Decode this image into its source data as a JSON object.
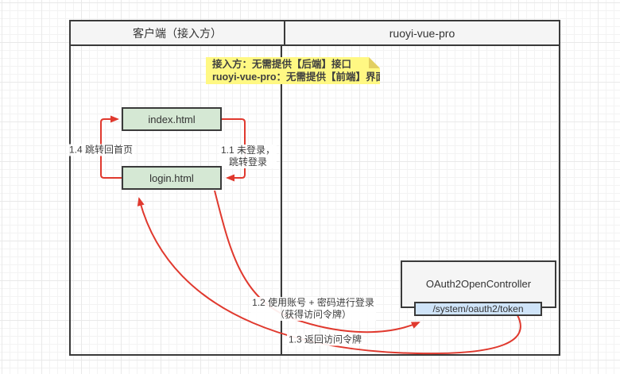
{
  "colors": {
    "arrow_red": "#e0392e",
    "node_green_fill": "#d5e8d4",
    "node_blue_fill": "#cfe4f9",
    "node_gray_fill": "#f5f5f5",
    "note_yellow_fill": "#fff883",
    "note_fold": "#e2cf62",
    "border_dark": "#3a3a3a",
    "text": "#333333"
  },
  "lanes": {
    "left_header": "客户端（接入方）",
    "right_header": "ruoyi-vue-pro"
  },
  "note": {
    "line1": "接入方：无需提供【后端】接口",
    "line2": "ruoyi-vue-pro：无需提供【前端】界面"
  },
  "nodes": {
    "index_page": "index.html",
    "login_page": "login.html",
    "controller": "OAuth2OpenController",
    "token_endpoint": "/system/oauth2/token"
  },
  "edges": {
    "e11": {
      "label_line1": "1.1 未登录，",
      "label_line2": "跳转登录"
    },
    "e12": {
      "label_line1": "1.2 使用账号 + 密码进行登录",
      "label_line2": "（获得访问令牌）"
    },
    "e13": {
      "label": "1.3 返回访问令牌"
    },
    "e14": {
      "label": "1.4 跳转回首页"
    }
  }
}
